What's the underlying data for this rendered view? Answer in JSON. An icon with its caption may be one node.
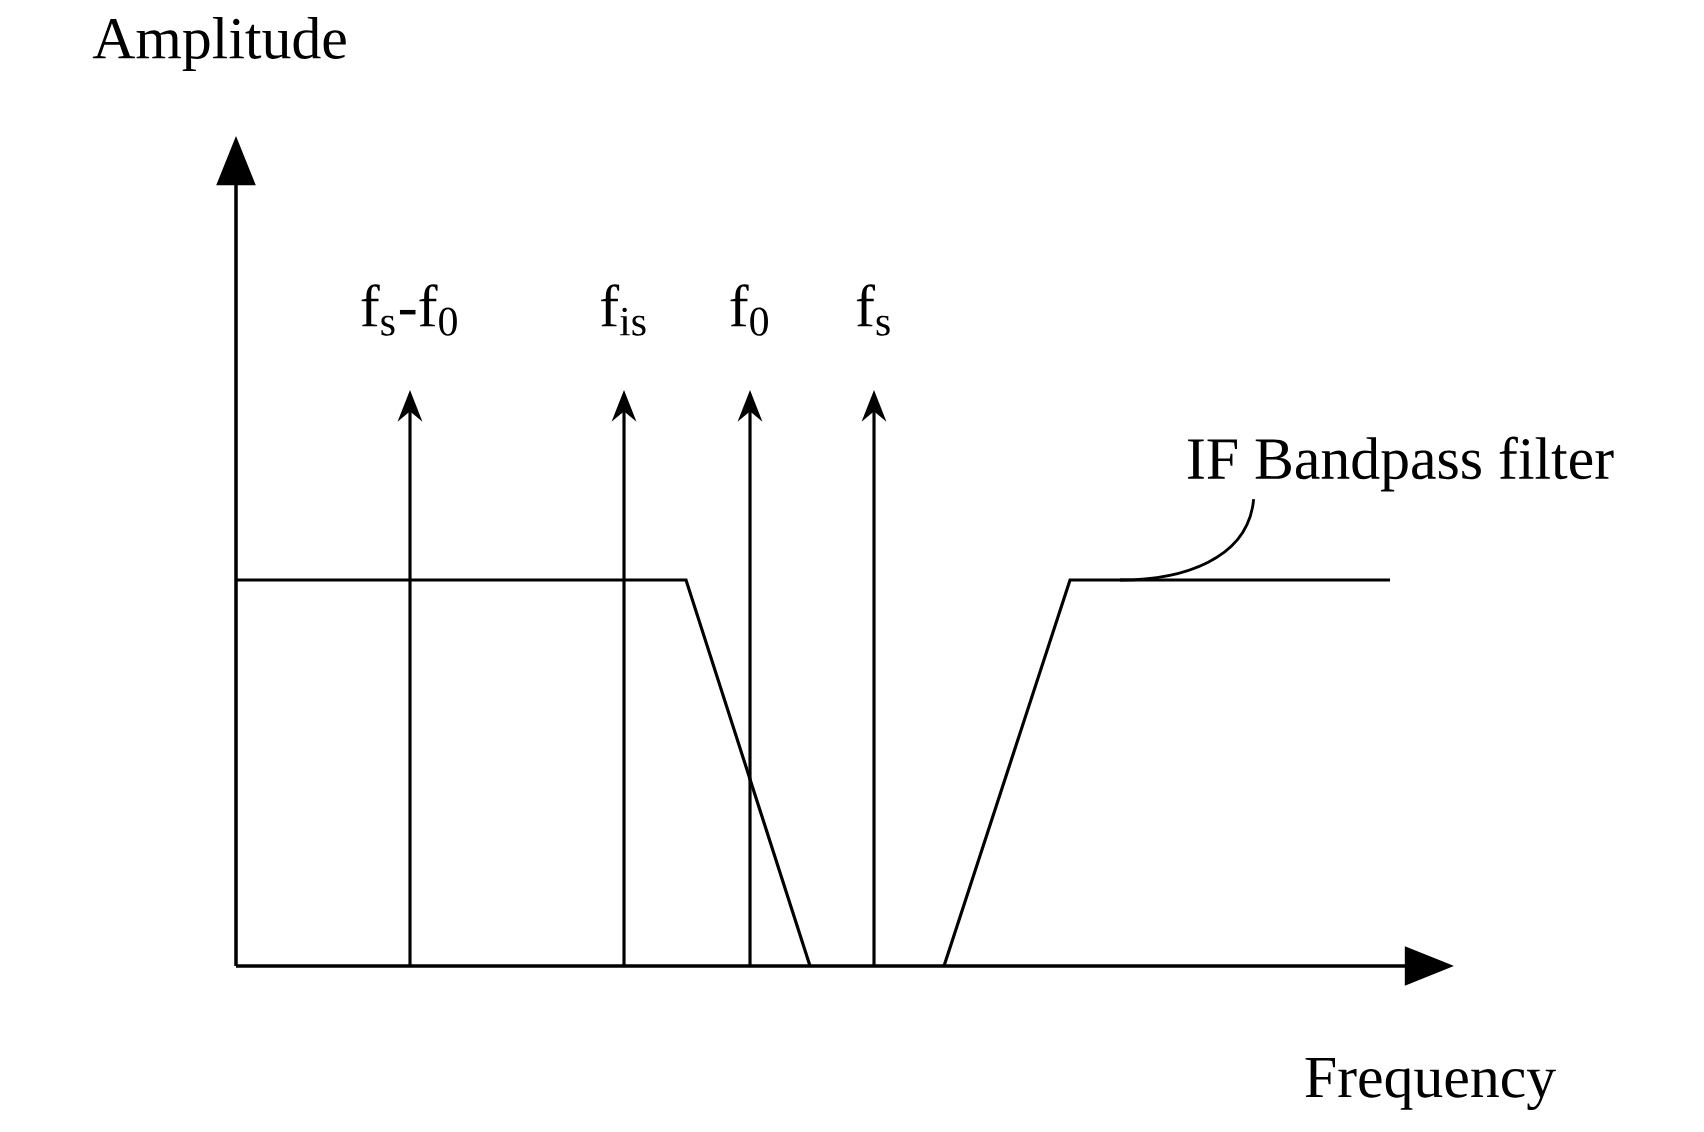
{
  "diagram": {
    "nodes": [
      {
        "text": [
          "IF Bandpass filter"
        ]
      },
      {
        "text": [],
        "shape": "curve"
      }
    ],
    "edges": [
      {
        "from": 0,
        "to": 1,
        "arrow": "none"
      }
    ],
    "labels": [
      "Amplitude",
      "f$_{s}$-f$_{0}$",
      "f$_{is}$",
      "f$_{0}$",
      "f$_{s}$",
      "Frequency"
    ]
  }
}
